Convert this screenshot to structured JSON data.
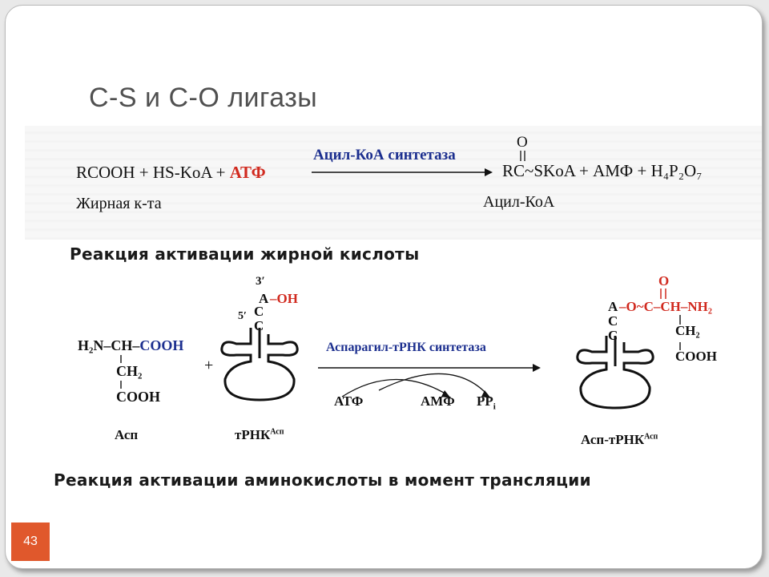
{
  "slide": {
    "title": "C-S и C-O лигазы",
    "page_number": "43"
  },
  "reaction1": {
    "substrates_prefix": "RCOOH + HS-KoA + ",
    "atp": "АТФ",
    "enzyme": "Ацил-КоА синтетаза",
    "product_oxygen": "O",
    "products": "RC~SKoA + АМФ + H₄P₂O₇",
    "label_fatty_acid": "Жирная к-та",
    "label_acyl_coa": "Ацил-КоА",
    "caption": "Реакция активации жирной кислоты"
  },
  "reaction2": {
    "asp_amino": "H₂N–CH–",
    "asp_carboxyl": "COOH",
    "asp_ch2": "CH₂",
    "asp_cooh2": "COOH",
    "asp_label": "Асп",
    "plus": "+",
    "trna_3prime": "3′",
    "trna_5prime": "5′",
    "trna_a": "A",
    "trna_oh": "–OH",
    "trna_c1": "C",
    "trna_c2": "C",
    "trna_label": "тРНК",
    "trna_label_sup": "Асп",
    "enzyme": "Аспарагил-тРНК синтетаза",
    "atp": "АТФ",
    "amp": "АМФ",
    "ppi": "PP",
    "ppi_sub": "i",
    "product_o_top": "O",
    "product_chain": "–O~C–CH–NH₂",
    "product_ch2": "CH₂",
    "product_cooh": "COOH",
    "product_label": "Асп-тРНК",
    "product_label_sup": "Асп",
    "caption": "Реакция активации аминокислоты в момент трансляции"
  },
  "colors": {
    "accent_red": "#d12a1f",
    "enzyme_blue": "#1c2f8f",
    "page_badge": "#e0582c"
  }
}
